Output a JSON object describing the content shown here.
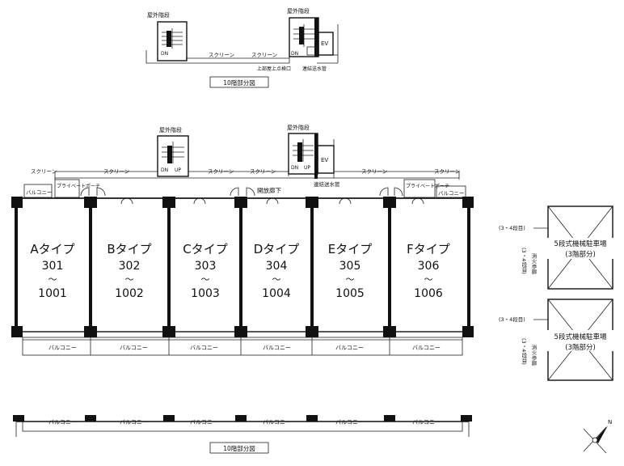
{
  "top_section": {
    "stair_left_label": "屋外階段",
    "stair_right_label": "屋外階段",
    "screen_left": "スクリーン",
    "screen_right": "スクリーン",
    "dn_left": "DN",
    "dn_right": "DN",
    "ev": "EV",
    "inspection_hatch": "上部屋上点検口",
    "water_pipe": "連結送水管",
    "caption": "10階部分図"
  },
  "main_section": {
    "stair_left_label": "屋外階段",
    "stair_right_label": "屋外階段",
    "dn": "DN",
    "up": "UP",
    "ev": "EV",
    "screen_labels": [
      "スクリーン",
      "スクリーン",
      "スクリーン",
      "スクリーン",
      "スクリーン",
      "スクリーン"
    ],
    "private_porch_left": "プライベートポーチ",
    "private_porch_right": "プライベートポーチ",
    "corridor": "開放廊下",
    "water_pipe": "連結送水管",
    "balcony_side_left": "バルコニー",
    "balcony_side_right": "バルコニー",
    "units": [
      {
        "type": "Aタイプ",
        "from": "301",
        "tilde": "〜",
        "to": "1001"
      },
      {
        "type": "Bタイプ",
        "from": "302",
        "tilde": "〜",
        "to": "1002"
      },
      {
        "type": "Cタイプ",
        "from": "303",
        "tilde": "〜",
        "to": "1003"
      },
      {
        "type": "Dタイプ",
        "from": "304",
        "tilde": "〜",
        "to": "1004"
      },
      {
        "type": "Eタイプ",
        "from": "305",
        "tilde": "〜",
        "to": "1005"
      },
      {
        "type": "Fタイプ",
        "from": "306",
        "tilde": "〜",
        "to": "1006"
      }
    ],
    "balconies": [
      "バルコニー",
      "バルコニー",
      "バルコニー",
      "バルコニー",
      "バルコニー",
      "バルコニー"
    ]
  },
  "parking": [
    {
      "floor_note": "(3・4段目)",
      "title": "5段式機械駐車場",
      "sub": "(3階部分)",
      "fire_label": "消火歩廊",
      "fire_note": "(3・4段目)"
    },
    {
      "floor_note": "(3・4段目)",
      "title": "5段式機械駐車場",
      "sub": "(3階部分)",
      "fire_label": "消火歩廊",
      "fire_note": "(3・4段目)"
    }
  ],
  "bottom_section": {
    "balconies": [
      "バルコニー",
      "バルコニー",
      "バルコニー",
      "バルコニー",
      "バルコニー",
      "バルコニー"
    ],
    "caption": "10階部分図"
  },
  "compass": {
    "label": "N"
  }
}
